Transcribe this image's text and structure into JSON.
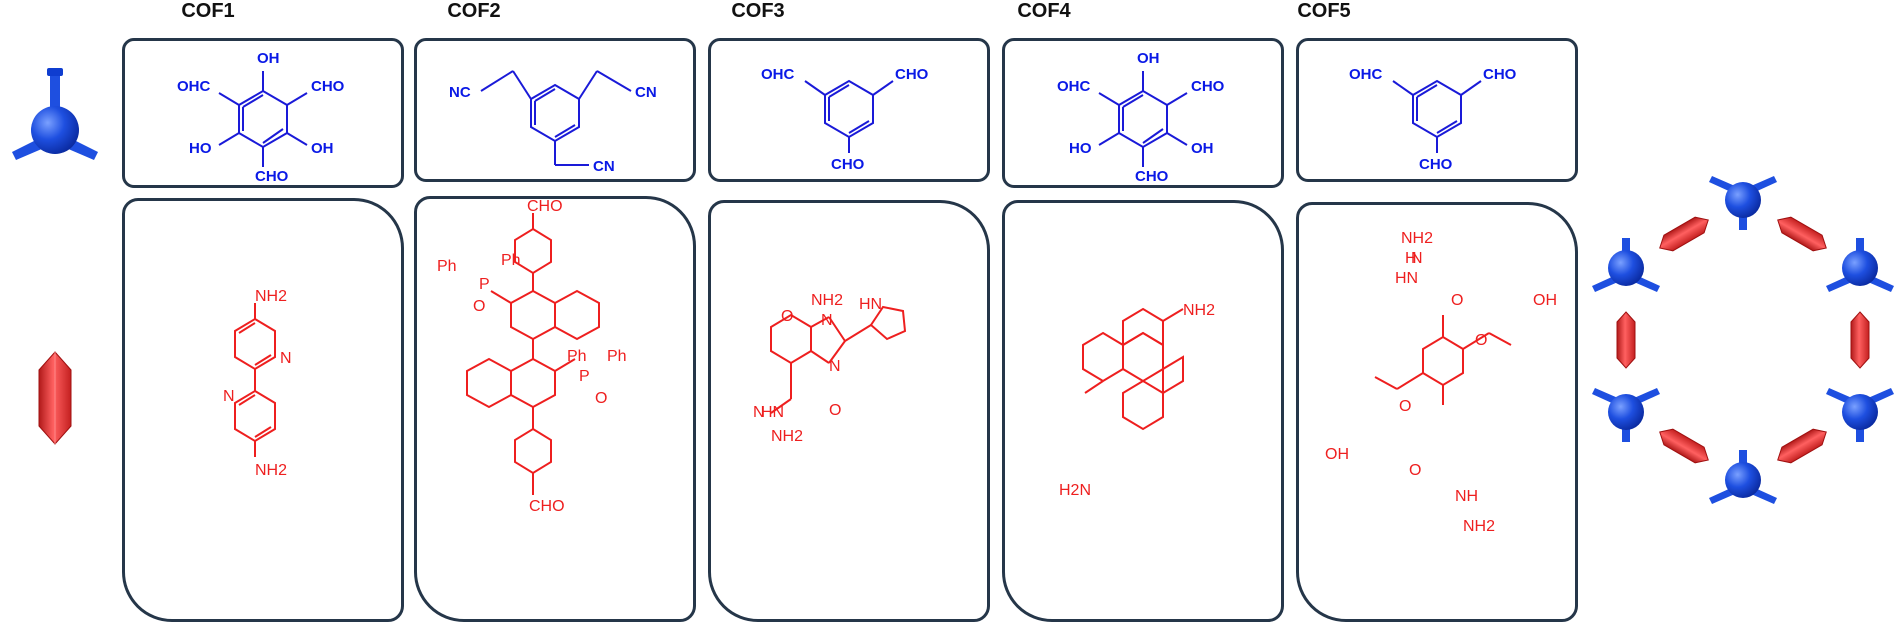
{
  "cofs": [
    {
      "title": "COF1"
    },
    {
      "title": "COF2"
    },
    {
      "title": "COF3"
    },
    {
      "title": "COF4"
    },
    {
      "title": "COF5"
    }
  ],
  "molecules": {
    "cof1_top": [
      "OHC",
      "OH",
      "CHO",
      "HO",
      "OH",
      "CHO"
    ],
    "cof2_top": [
      "NC",
      "CN",
      "CN"
    ],
    "cof3_top": [
      "OHC",
      "CHO",
      "CHO"
    ],
    "cof4_top": [
      "OHC",
      "OH",
      "CHO",
      "HO",
      "OH",
      "CHO"
    ],
    "cof5_top": [
      "OHC",
      "CHO",
      "CHO"
    ],
    "cof1_bottom": [
      "NH2",
      "N",
      "N",
      "NH2"
    ],
    "cof2_bottom": [
      "CHO",
      "Ph",
      "Ph",
      "P",
      "O",
      "Ph",
      "Ph",
      "P",
      "O",
      "CHO"
    ],
    "cof3_bottom": [
      "NH2",
      "N",
      "HN",
      "O",
      "N",
      "N",
      "HN",
      "NH2",
      "O"
    ],
    "cof4_bottom": [
      "NH2",
      "H2N"
    ],
    "cof5_bottom": [
      "H",
      "N",
      "NH2",
      "HN",
      "O",
      "O",
      "OH",
      "O",
      "OH",
      "O",
      "NH",
      "NH2"
    ]
  },
  "colors": {
    "node": "#1545d6",
    "linker": "#e8262a",
    "box_border": "#253649",
    "blue_text": "#0a19e6",
    "red_text": "#ee1f1f"
  }
}
